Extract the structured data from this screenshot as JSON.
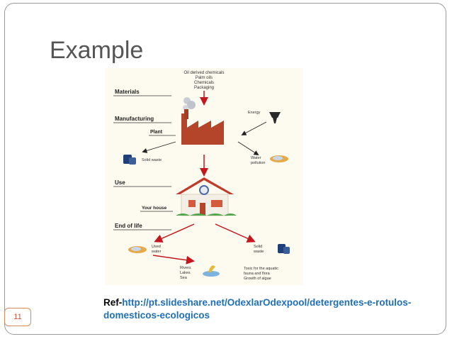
{
  "slide": {
    "title": "Example",
    "page_number": "11",
    "reference": {
      "label": "Ref-",
      "link": "http://pt.slideshare.net/OdexlarOdexpool/detergentes-e-rotulos-domesticos-ecologicos"
    }
  },
  "diagram": {
    "inputs": [
      "Oil derived chemicals",
      "Palm oils",
      "Chemicals",
      "Packaging"
    ],
    "stages": {
      "materials": "Materials",
      "manufacturing": "Manufacturing",
      "use": "Use",
      "end_of_life": "End of life"
    },
    "plant_label": "Plant",
    "house_label": "Your house",
    "energy_label": "Energy",
    "solid_waste_label": "Solid waste",
    "water_pollution_lines": [
      "Water",
      "pollution"
    ],
    "used_water_lines": [
      "Used",
      "water"
    ],
    "solid_waste_end_lines": [
      "Solid",
      "waste"
    ],
    "rivers_lines": [
      "Rivers",
      "Lakes",
      "Sea"
    ],
    "toxic_lines": [
      "Toxic for the aquatic",
      "fauna and flora",
      "Growth of algae"
    ]
  },
  "colors": {
    "title": "#555555",
    "link": "#1f6fb8",
    "page_number": "#d0563a",
    "arrow": "#c4161c",
    "factory": "#b5452a",
    "house_roof": "#c23a2a"
  }
}
